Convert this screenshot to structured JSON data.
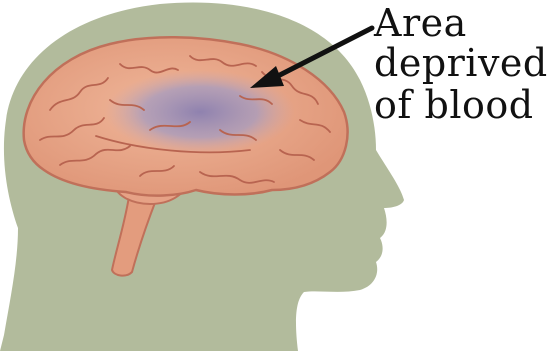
{
  "label": {
    "lines": [
      "Area",
      "deprived",
      "of blood"
    ]
  },
  "colors": {
    "background": "#ffffff",
    "head": "#b2bb9c",
    "brain": "#e8a98a",
    "brain_outline": "#c0705a",
    "ischemic_area": "#9b90b3",
    "arrow": "#111111",
    "text": "#111111"
  }
}
